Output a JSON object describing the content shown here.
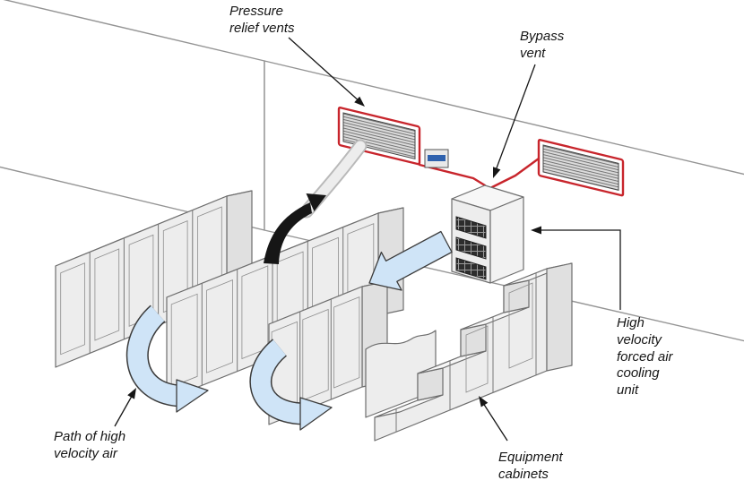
{
  "diagram": {
    "labels": {
      "pressure_relief_vents": "Pressure relief vents",
      "bypass_vent": "Bypass vent",
      "high_velocity_unit": "High velocity forced air cooling unit",
      "equipment_cabinets": "Equipment cabinets",
      "path_of_air": "Path of high velocity air"
    },
    "colors": {
      "pipe_red": "#c8252c",
      "airflow_blue": "#cfe4f7",
      "airflow_outline": "#3c3c3c",
      "cabinet_fill": "#ededed",
      "outline": "#6e6e6e"
    }
  }
}
